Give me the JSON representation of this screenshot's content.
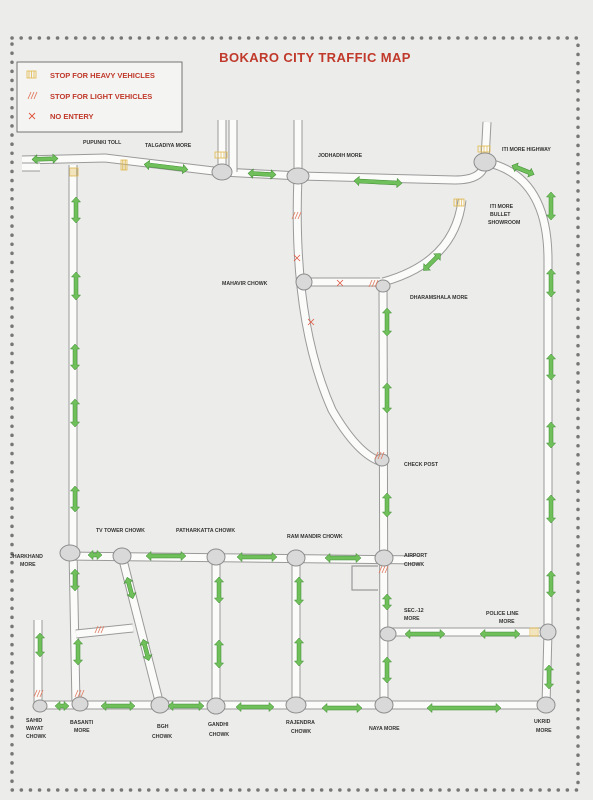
{
  "title": "BOKARO CITY TRAFFIC MAP",
  "legend": [
    {
      "symbol": "heavy-stop-icon",
      "label": "STOP FOR HEAVY VEHICLES",
      "color": "#e0b84a"
    },
    {
      "symbol": "light-stop-icon",
      "label": "STOP FOR LIGHT VEHICLES",
      "color": "#e07a5f"
    },
    {
      "symbol": "no-entry-icon",
      "label": "NO ENTERY",
      "color": "#e0553f"
    }
  ],
  "colors": {
    "arrow": "#6fbf5a",
    "title": "#c0392b",
    "road_edge": "#9a9a9a",
    "node": "#d9d9d9"
  },
  "places": {
    "pupunki_toll": "PUPUNKI TOLL",
    "talgadiya_more": "TALGADIYA MORE",
    "jodhadih_more": "JODHADIH MORE",
    "iti_more_highway": "ITI MORE HIGHWAY",
    "iti_more_bullet_1": "ITI MORE",
    "iti_more_bullet_2": "BULLET",
    "iti_more_bullet_3": "SHOWROOM",
    "mahavir_chowk": "MAHAVIR CHOWK",
    "dharamshala_more": "DHARAMSHALA MORE",
    "check_post": "CHECK POST",
    "tv_tower_chowk": "TV TOWER CHOWK",
    "patharkatta_chowk": "PATHARKATTA CHOWK",
    "ram_mandir_chowk": "RAM MANDIR CHOWK",
    "jharkhand_more_1": "JHARKHAND",
    "jharkhand_more_2": "MORE",
    "airport_chowk_1": "AIRPORT",
    "airport_chowk_2": "CHOWK",
    "sec12_more_1": "SEC.-12",
    "sec12_more_2": "MORE",
    "police_line_more_1": "POLICE LINE",
    "police_line_more_2": "MORE",
    "sahid_wayat_chowk_1": "SAHID",
    "sahid_wayat_chowk_2": "WAYAT",
    "sahid_wayat_chowk_3": "CHOWK",
    "basanti_more_1": "BASANTI",
    "basanti_more_2": "MORE",
    "bgh_chowk_1": "BGH",
    "bgh_chowk_2": "CHOWK",
    "gandhi_chowk_1": "GANDHI",
    "gandhi_chowk_2": "CHOWK",
    "rajendra_chowk_1": "RAJENDRA",
    "rajendra_chowk_2": "CHOWK",
    "naya_more": "NAYA MORE",
    "ukrid_more_1": "UKRID",
    "ukrid_more_2": "MORE"
  }
}
